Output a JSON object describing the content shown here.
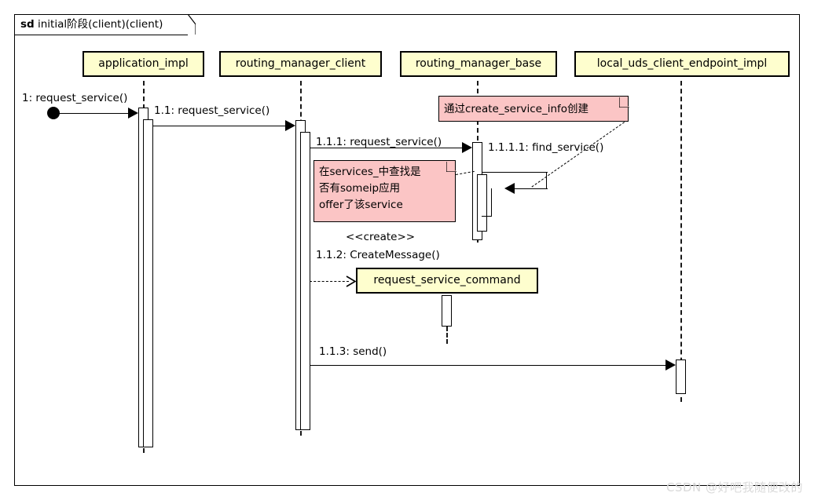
{
  "diagram": {
    "frame_label_prefix": "sd",
    "frame_label": "initial阶段(client)(client)",
    "watermark": "CSDN @好吧我随便改的",
    "colors": {
      "participant_fill": "#FEFECE",
      "note_fill": "#FBC5C5",
      "line": "#000000",
      "lifeline": "#181818",
      "watermark": "#D9D9D9"
    }
  },
  "participants": [
    {
      "id": "application_impl",
      "label": "application_impl"
    },
    {
      "id": "routing_manager_client",
      "label": "routing_manager_client"
    },
    {
      "id": "routing_manager_base",
      "label": "routing_manager_base"
    },
    {
      "id": "local_uds_client_endpoint_impl",
      "label": "local_uds_client_endpoint_impl"
    }
  ],
  "created_objects": [
    {
      "id": "request_service_command",
      "label": "request_service_command"
    }
  ],
  "messages": [
    {
      "seq": "1",
      "label": "1: request_service()",
      "from": "start",
      "to": "application_impl",
      "style": "solid"
    },
    {
      "seq": "1.1",
      "label": "1.1: request_service()",
      "from": "application_impl",
      "to": "routing_manager_client",
      "style": "solid"
    },
    {
      "seq": "1.1.1",
      "label": "1.1.1: request_service()",
      "from": "routing_manager_client",
      "to": "routing_manager_base",
      "style": "solid"
    },
    {
      "seq": "1.1.1.1",
      "label": "1.1.1.1: find_service()",
      "from": "routing_manager_base",
      "to": "routing_manager_base",
      "style": "self"
    },
    {
      "seq": "1.1.2",
      "label": "1.1.2: CreateMessage()",
      "stereotype": "<<create>>",
      "from": "routing_manager_client",
      "to": "request_service_command",
      "style": "dashed"
    },
    {
      "seq": "1.1.3",
      "label": "1.1.3: send()",
      "from": "routing_manager_client",
      "to": "local_uds_client_endpoint_impl",
      "style": "solid"
    }
  ],
  "notes": [
    {
      "id": "note-create-service-info",
      "text": "通过create_service_info创建",
      "anchor": "routing_manager_base"
    },
    {
      "id": "note-services-lookup",
      "text": "在services_中查找是\n否有someip应用\noffer了该service",
      "anchor": "routing_manager_base"
    }
  ],
  "labels": {
    "create_stereotype": "<<create>>"
  }
}
